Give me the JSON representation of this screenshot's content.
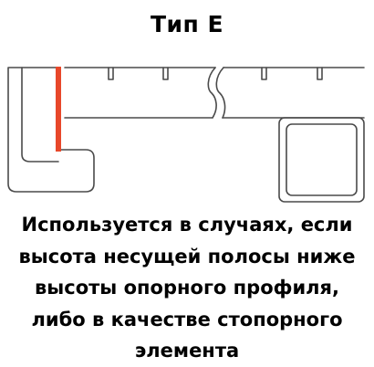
{
  "title": "Тип Е",
  "caption": {
    "lines": [
      "Используется в случаях, если",
      "высота несущей полосы ниже",
      "высоты опорного профиля,",
      "либо в качестве стопорного",
      "элемента"
    ]
  },
  "colors": {
    "stroke": "#4a4a4a",
    "accent": "#e8472a"
  },
  "icons": {
    "break_mark": "wavy-break-line",
    "support_profile": "l-shaped-profile",
    "stopper": "square-tube-profile"
  }
}
